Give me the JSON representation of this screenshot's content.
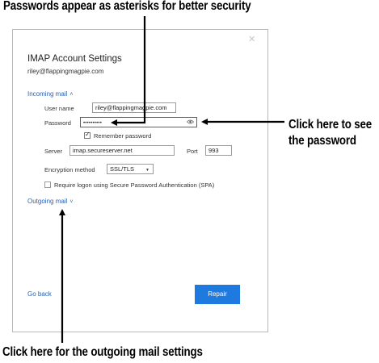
{
  "callouts": {
    "top": "Passwords appear as asterisks for better security",
    "right_line1": "Click here to see",
    "right_line2": "the password",
    "bottom": "Click here for the outgoing mail settings"
  },
  "dialog": {
    "close_glyph": "✕",
    "title": "IMAP Account Settings",
    "email": "riley@flappingmagpie.com",
    "incoming_label": "Incoming mail",
    "incoming_chevron": "˄",
    "username_label": "User name",
    "username_value": "riley@flappingmagpie.com",
    "password_label": "Password",
    "password_value": "••••••••••",
    "reveal_icon": "eye-icon",
    "remember_label": "Remember password",
    "remember_checked": true,
    "server_label": "Server",
    "server_value": "imap.secureserver.net",
    "port_label": "Port",
    "port_value": "993",
    "encryption_label": "Encryption method",
    "encryption_value": "SSL/TLS",
    "spa_label": "Require logon using Secure Password Authentication (SPA)",
    "spa_checked": false,
    "outgoing_label": "Outgoing mail",
    "outgoing_chevron": "˅",
    "go_back": "Go back",
    "repair": "Repair"
  },
  "colors": {
    "link": "#2a62b5",
    "primary_button": "#1f7ae0",
    "password_border": "#c0392b"
  }
}
